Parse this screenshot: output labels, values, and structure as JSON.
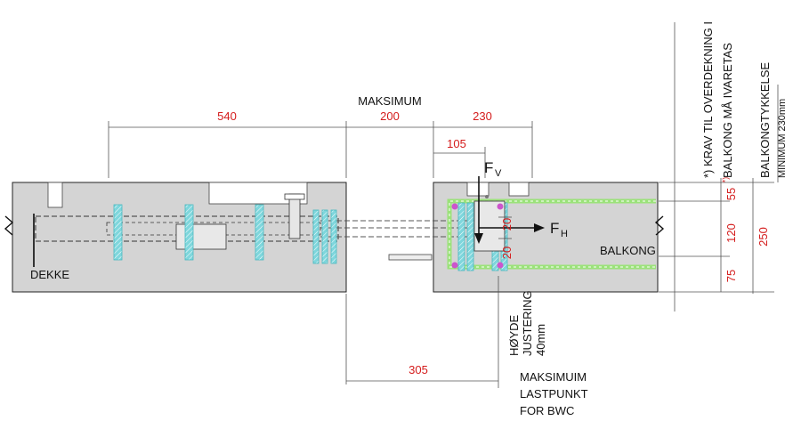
{
  "colors": {
    "concrete": "#d4d4d4",
    "dimension_text": "#d41c1c",
    "stirrup": "#7fd6dc",
    "rebar_green": "#9be27a",
    "bar_dot": "#cc55cc",
    "line": "#222222"
  },
  "dimensions": {
    "top_left": "540",
    "top_middle": "200",
    "top_right": "230",
    "inner_top": "105",
    "bottom_length": "305",
    "layer_top": "55",
    "layer_top_mark": "*)",
    "layer_mid": "120",
    "layer_bottom": "75",
    "total_height": "250",
    "insert_upper": "20",
    "insert_lower": "20"
  },
  "labels": {
    "maksimum": "MAKSIMUM",
    "fv": "F",
    "fv_sub": "V",
    "fh": "F",
    "fh_sub": "H",
    "dekke": "DEKKE",
    "balkong": "BALKONG",
    "hoyde_line1": "HØYDE",
    "hoyde_line2": "JUSTERING",
    "hoyde_line3": "40mm",
    "lastpunkt_line1": "MAKSIMUIM",
    "lastpunkt_line2": "LASTPUNKT",
    "lastpunkt_line3": "FOR BWC",
    "krav_line1": "*) KRAV TIL OVERDEKNING I",
    "krav_line2": "BALKONG MÅ IVARETAS",
    "tykkelse_line1": "BALKONGTYKKELSE",
    "tykkelse_line2": "MINIMUM 230mm"
  }
}
